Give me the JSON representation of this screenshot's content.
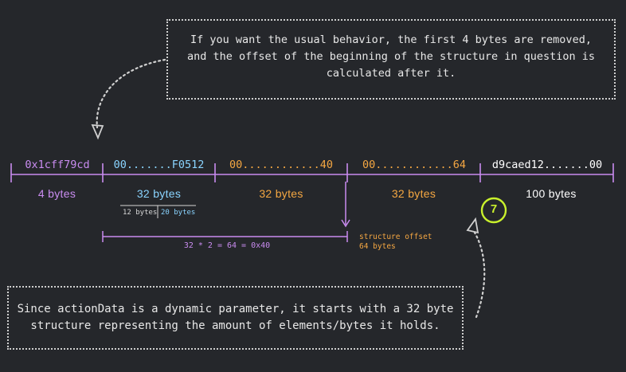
{
  "notes": {
    "top": "If you want the usual behavior, the first 4 bytes are removed,\nand the offset of the beginning of the structure in question is\ncalculated after it.",
    "bottom": "Since actionData is a dynamic parameter, it starts with a 32 byte\nstructure representing the amount of elements/bytes it holds."
  },
  "segments": [
    {
      "value": "0x1cff79cd",
      "size": "4 bytes",
      "color": "#c98cf0"
    },
    {
      "value": "00.......F0512",
      "size": "32 bytes",
      "color": "#8ad4ff"
    },
    {
      "value": "00............40",
      "size": "32 bytes",
      "color": "#f5a742"
    },
    {
      "value": "00............64",
      "size": "32 bytes",
      "color": "#f5a742"
    },
    {
      "value": "d9caed12.......00",
      "size": "100 bytes",
      "color": "#ffffff"
    }
  ],
  "sub_split": {
    "left": "12 bytes",
    "right": "20 bytes"
  },
  "offset_formula": "32 * 2 = 64 = 0x40",
  "structure_offset": {
    "line1": "structure offset",
    "line2": "64 bytes",
    "color": "#f5a742"
  },
  "badge": {
    "label": "7",
    "color": "#c9f02c"
  }
}
